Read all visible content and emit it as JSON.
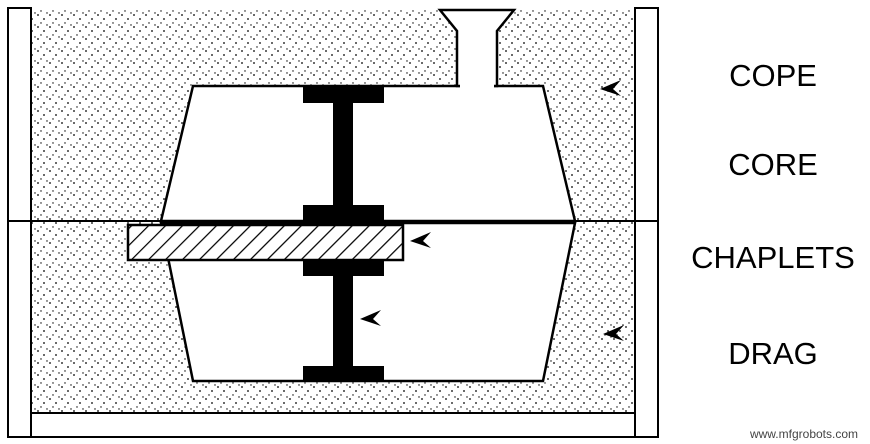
{
  "diagram": {
    "labels": {
      "cope": "COPE",
      "core": "CORE",
      "chaplets": "CHAPLETS",
      "drag": "DRAG"
    },
    "watermark": "www.mfgrobots.com"
  },
  "colors": {
    "stroke": "#000000",
    "sand_dots": "#000000",
    "background": "#ffffff"
  }
}
